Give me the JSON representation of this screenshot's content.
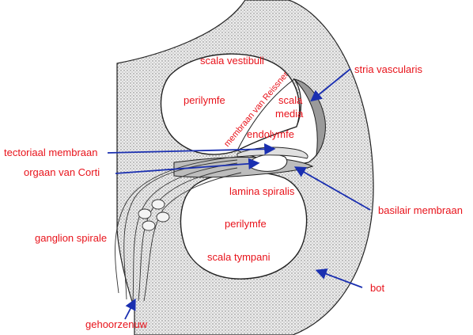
{
  "figure": {
    "label_color": "#e8131b",
    "arrow_color": "#1a2fb0",
    "line_color": "#222222",
    "bone_fill": "#d9d9d9",
    "labels": {
      "scala_vestibuli": "scala vestibuli",
      "perilymfe_top": "perilymfe",
      "scala_media_1": "scala",
      "scala_media_2": "media",
      "membraan_van_reissner": "membraan van Reissner",
      "endolymfe": "endolymfe",
      "stria_vascularis": "stria vascularis",
      "tectoriaal_membraan": "tectoriaal membraan",
      "orgaan_van_corti": "orgaan van Corti",
      "lamina_spiralis": "lamina spiralis",
      "basilair_membraan": "basilair membraan",
      "perilymfe_bottom": "perilymfe",
      "scala_tympani": "scala tympani",
      "ganglion_spirale": "ganglion spirale",
      "bot": "bot",
      "gehoorzenuw": "gehoorzenuw"
    }
  }
}
